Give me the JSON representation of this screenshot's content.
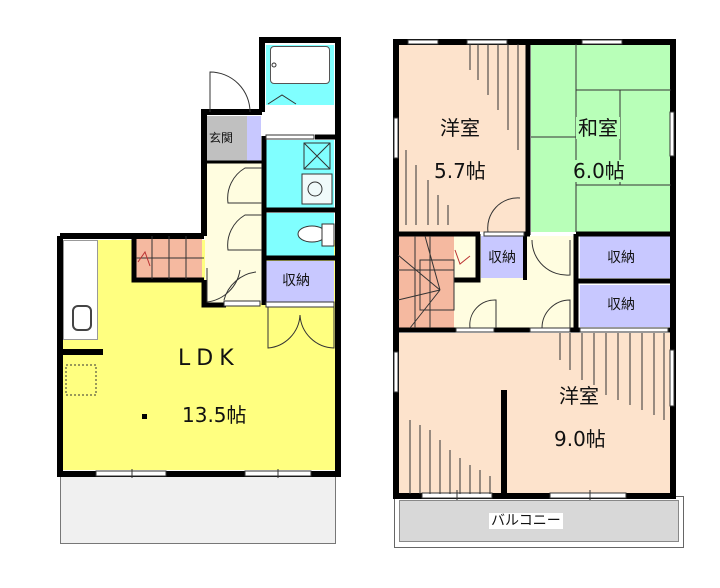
{
  "floor1": {
    "ldk": {
      "name": "LDK",
      "size": "13.5帖",
      "color": "#ffff80"
    },
    "entrance": {
      "name": "玄関",
      "color": "#c0c0c0"
    },
    "storage": {
      "name": "収納",
      "color": "#c8c8ff"
    },
    "bathroom": {
      "color": "#80ffff"
    },
    "hallway": {
      "color": "#fffde0"
    },
    "stairs": {
      "color": "#f5b9a0"
    },
    "terrace": {
      "color": "#f0f0f0"
    }
  },
  "floor2": {
    "western_room_1": {
      "name": "洋室",
      "size": "5.7帖",
      "color": "#fde3cc"
    },
    "japanese_room": {
      "name": "和室",
      "size": "6.0帖",
      "color": "#b8ffb8"
    },
    "western_room_2": {
      "name": "洋室",
      "size": "9.0帖",
      "color": "#fde3cc"
    },
    "storage_small": {
      "name": "収納",
      "color": "#c8c8ff"
    },
    "storage_upper": {
      "name": "収納",
      "color": "#c8c8ff"
    },
    "storage_lower": {
      "name": "収納",
      "color": "#c8c8ff"
    },
    "hallway": {
      "color": "#fffde0"
    },
    "stairs": {
      "color": "#f5b9a0"
    },
    "balcony": {
      "name": "バルコニー",
      "color": "#d8d8d8"
    }
  },
  "colors": {
    "wall": "#000000"
  }
}
